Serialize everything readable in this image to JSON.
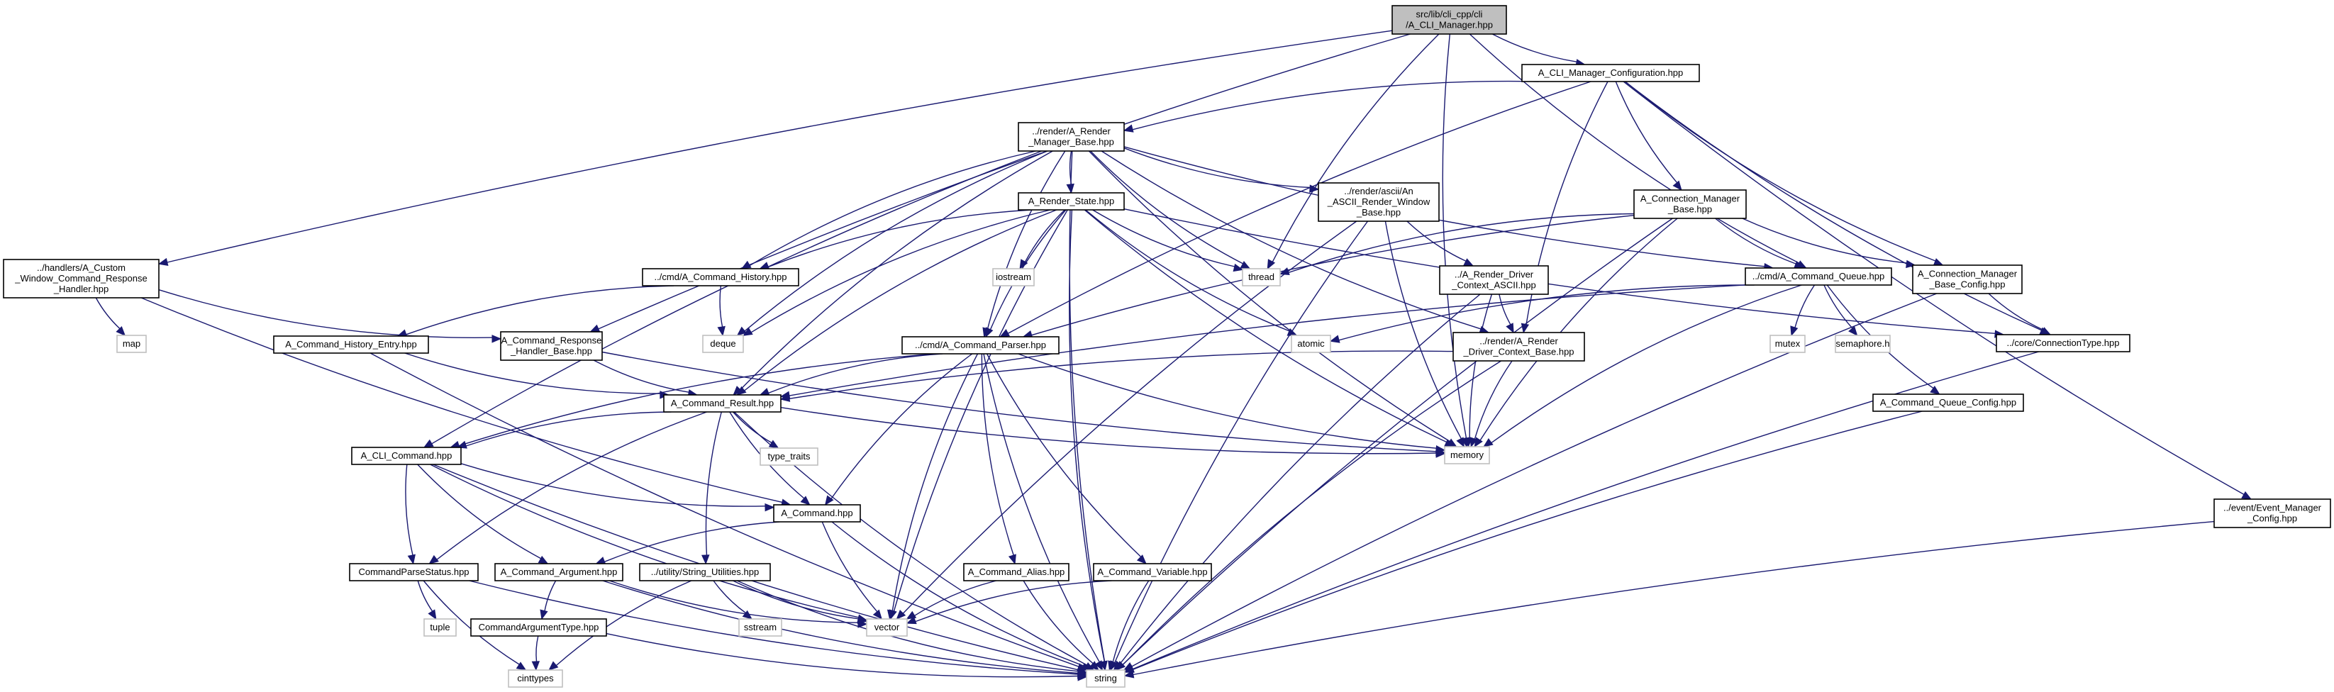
{
  "colors": {
    "edge": "#191970",
    "project_border": "#000000",
    "system_border": "#bfbfbf",
    "root_fill": "#bfbfbf"
  },
  "nodes": [
    {
      "id": "root",
      "kind": "root",
      "lines": [
        "src/lib/cli_cpp/cli",
        "/A_CLI_Manager.hpp"
      ]
    },
    {
      "id": "cfg",
      "kind": "project",
      "lines": [
        "A_CLI_Manager_Configuration.hpp"
      ]
    },
    {
      "id": "rmb",
      "kind": "project",
      "lines": [
        "../render/A_Render",
        "_Manager_Base.hpp"
      ]
    },
    {
      "id": "rstate",
      "kind": "project",
      "lines": [
        "A_Render_State.hpp"
      ]
    },
    {
      "id": "ascii",
      "kind": "project",
      "lines": [
        "../render/ascii/An",
        "_ASCII_Render_Window",
        "_Base.hpp"
      ]
    },
    {
      "id": "cmb",
      "kind": "project",
      "lines": [
        "A_Connection_Manager",
        "_Base.hpp"
      ]
    },
    {
      "id": "custom",
      "kind": "project",
      "lines": [
        "../handlers/A_Custom",
        "_Window_Command_Response",
        "_Handler.hpp"
      ]
    },
    {
      "id": "hist",
      "kind": "project",
      "lines": [
        "../cmd/A_Command_History.hpp"
      ]
    },
    {
      "id": "rdca",
      "kind": "project",
      "lines": [
        "../A_Render_Driver",
        "_Context_ASCII.hpp"
      ]
    },
    {
      "id": "queue",
      "kind": "project",
      "lines": [
        "../cmd/A_Command_Queue.hpp"
      ]
    },
    {
      "id": "cmbc",
      "kind": "project",
      "lines": [
        "A_Connection_Manager",
        "_Base_Config.hpp"
      ]
    },
    {
      "id": "histentry",
      "kind": "project",
      "lines": [
        "A_Command_History_Entry.hpp"
      ]
    },
    {
      "id": "rhb",
      "kind": "project",
      "lines": [
        "A_Command_Response",
        "_Handler_Base.hpp"
      ]
    },
    {
      "id": "parser",
      "kind": "project",
      "lines": [
        "../cmd/A_Command_Parser.hpp"
      ]
    },
    {
      "id": "rdcb",
      "kind": "project",
      "lines": [
        "../render/A_Render",
        "_Driver_Context_Base.hpp"
      ]
    },
    {
      "id": "conntype",
      "kind": "project",
      "lines": [
        "../core/ConnectionType.hpp"
      ]
    },
    {
      "id": "result",
      "kind": "project",
      "lines": [
        "A_Command_Result.hpp"
      ]
    },
    {
      "id": "qcfg",
      "kind": "project",
      "lines": [
        "A_Command_Queue_Config.hpp"
      ]
    },
    {
      "id": "clicmd",
      "kind": "project",
      "lines": [
        "A_CLI_Command.hpp"
      ]
    },
    {
      "id": "command",
      "kind": "project",
      "lines": [
        "A_Command.hpp"
      ]
    },
    {
      "id": "evcfg",
      "kind": "project",
      "lines": [
        "../event/Event_Manager",
        "_Config.hpp"
      ]
    },
    {
      "id": "cps",
      "kind": "project",
      "lines": [
        "CommandParseStatus.hpp"
      ]
    },
    {
      "id": "arg",
      "kind": "project",
      "lines": [
        "A_Command_Argument.hpp"
      ]
    },
    {
      "id": "strutil",
      "kind": "project",
      "lines": [
        "../utility/String_Utilities.hpp"
      ]
    },
    {
      "id": "alias",
      "kind": "project",
      "lines": [
        "A_Command_Alias.hpp"
      ]
    },
    {
      "id": "variable",
      "kind": "project",
      "lines": [
        "A_Command_Variable.hpp"
      ]
    },
    {
      "id": "argtype",
      "kind": "project",
      "lines": [
        "CommandArgumentType.hpp"
      ]
    },
    {
      "id": "thread",
      "kind": "system",
      "lines": [
        "thread"
      ]
    },
    {
      "id": "iostream",
      "kind": "system",
      "lines": [
        "iostream"
      ]
    },
    {
      "id": "atomic",
      "kind": "system",
      "lines": [
        "atomic"
      ]
    },
    {
      "id": "mutex",
      "kind": "system",
      "lines": [
        "mutex"
      ]
    },
    {
      "id": "semaphore",
      "kind": "system",
      "lines": [
        "semaphore.h"
      ]
    },
    {
      "id": "map",
      "kind": "system",
      "lines": [
        "map"
      ]
    },
    {
      "id": "deque",
      "kind": "system",
      "lines": [
        "deque"
      ]
    },
    {
      "id": "type_traits",
      "kind": "system",
      "lines": [
        "type_traits"
      ]
    },
    {
      "id": "memory",
      "kind": "system",
      "lines": [
        "memory"
      ]
    },
    {
      "id": "tuple",
      "kind": "system",
      "lines": [
        "tuple"
      ]
    },
    {
      "id": "sstream",
      "kind": "system",
      "lines": [
        "sstream"
      ]
    },
    {
      "id": "vector",
      "kind": "system",
      "lines": [
        "vector"
      ]
    },
    {
      "id": "cinttypes",
      "kind": "system",
      "lines": [
        "cinttypes"
      ]
    },
    {
      "id": "string",
      "kind": "system",
      "lines": [
        "string"
      ]
    }
  ],
  "edges": [
    [
      "root",
      "cfg"
    ],
    [
      "root",
      "custom"
    ],
    [
      "root",
      "rhb"
    ],
    [
      "root",
      "thread"
    ],
    [
      "root",
      "queue"
    ],
    [
      "root",
      "memory"
    ],
    [
      "cfg",
      "rmb"
    ],
    [
      "cfg",
      "cmb"
    ],
    [
      "cfg",
      "cmbc"
    ],
    [
      "cfg",
      "conntype"
    ],
    [
      "cfg",
      "evcfg"
    ],
    [
      "cfg",
      "parser"
    ],
    [
      "cfg",
      "rdcb"
    ],
    [
      "rmb",
      "rstate"
    ],
    [
      "rmb",
      "ascii"
    ],
    [
      "rmb",
      "hist"
    ],
    [
      "rmb",
      "parser"
    ],
    [
      "rmb",
      "result"
    ],
    [
      "rmb",
      "thread"
    ],
    [
      "rmb",
      "deque"
    ],
    [
      "rmb",
      "memory"
    ],
    [
      "rmb",
      "string"
    ],
    [
      "rmb",
      "queue"
    ],
    [
      "rmb",
      "clicmd"
    ],
    [
      "rmb",
      "rdcb"
    ],
    [
      "rstate",
      "hist"
    ],
    [
      "rstate",
      "parser"
    ],
    [
      "rstate",
      "result"
    ],
    [
      "rstate",
      "thread"
    ],
    [
      "rstate",
      "iostream"
    ],
    [
      "rstate",
      "atomic"
    ],
    [
      "rstate",
      "deque"
    ],
    [
      "rstate",
      "memory"
    ],
    [
      "rstate",
      "vector"
    ],
    [
      "rstate",
      "string"
    ],
    [
      "rstate",
      "conntype"
    ],
    [
      "ascii",
      "rdca"
    ],
    [
      "ascii",
      "memory"
    ],
    [
      "ascii",
      "vector"
    ],
    [
      "ascii",
      "string"
    ],
    [
      "rdca",
      "rdcb"
    ],
    [
      "rdca",
      "memory"
    ],
    [
      "rdca",
      "string"
    ],
    [
      "cmb",
      "queue"
    ],
    [
      "cmb",
      "cmbc"
    ],
    [
      "cmb",
      "thread"
    ],
    [
      "cmb",
      "memory"
    ],
    [
      "cmb",
      "string"
    ],
    [
      "cmb",
      "parser"
    ],
    [
      "custom",
      "rhb"
    ],
    [
      "custom",
      "map"
    ],
    [
      "custom",
      "command"
    ],
    [
      "hist",
      "histentry"
    ],
    [
      "hist",
      "deque"
    ],
    [
      "histentry",
      "result"
    ],
    [
      "histentry",
      "string"
    ],
    [
      "rhb",
      "result"
    ],
    [
      "rhb",
      "memory"
    ],
    [
      "queue",
      "atomic"
    ],
    [
      "queue",
      "mutex"
    ],
    [
      "queue",
      "semaphore"
    ],
    [
      "queue",
      "qcfg"
    ],
    [
      "queue",
      "result"
    ],
    [
      "queue",
      "memory"
    ],
    [
      "cmbc",
      "conntype"
    ],
    [
      "cmbc",
      "string"
    ],
    [
      "parser",
      "result"
    ],
    [
      "parser",
      "clicmd"
    ],
    [
      "parser",
      "command"
    ],
    [
      "parser",
      "alias"
    ],
    [
      "parser",
      "variable"
    ],
    [
      "parser",
      "vector"
    ],
    [
      "parser",
      "memory"
    ],
    [
      "parser",
      "string"
    ],
    [
      "rdcb",
      "result"
    ],
    [
      "rdcb",
      "memory"
    ],
    [
      "rdcb",
      "string"
    ],
    [
      "conntype",
      "string"
    ],
    [
      "result",
      "clicmd"
    ],
    [
      "result",
      "command"
    ],
    [
      "result",
      "cps"
    ],
    [
      "result",
      "strutil"
    ],
    [
      "result",
      "type_traits"
    ],
    [
      "result",
      "memory"
    ],
    [
      "result",
      "string"
    ],
    [
      "qcfg",
      "string"
    ],
    [
      "clicmd",
      "command"
    ],
    [
      "clicmd",
      "cps"
    ],
    [
      "clicmd",
      "arg"
    ],
    [
      "clicmd",
      "vector"
    ],
    [
      "clicmd",
      "string"
    ],
    [
      "command",
      "arg"
    ],
    [
      "command",
      "vector"
    ],
    [
      "command",
      "string"
    ],
    [
      "evcfg",
      "string"
    ],
    [
      "cps",
      "tuple"
    ],
    [
      "cps",
      "cinttypes"
    ],
    [
      "cps",
      "string"
    ],
    [
      "arg",
      "argtype"
    ],
    [
      "arg",
      "vector"
    ],
    [
      "arg",
      "string"
    ],
    [
      "strutil",
      "sstream"
    ],
    [
      "strutil",
      "vector"
    ],
    [
      "strutil",
      "cinttypes"
    ],
    [
      "strutil",
      "string"
    ],
    [
      "alias",
      "vector"
    ],
    [
      "alias",
      "string"
    ],
    [
      "variable",
      "vector"
    ],
    [
      "variable",
      "string"
    ],
    [
      "argtype",
      "cinttypes"
    ],
    [
      "argtype",
      "string"
    ]
  ]
}
